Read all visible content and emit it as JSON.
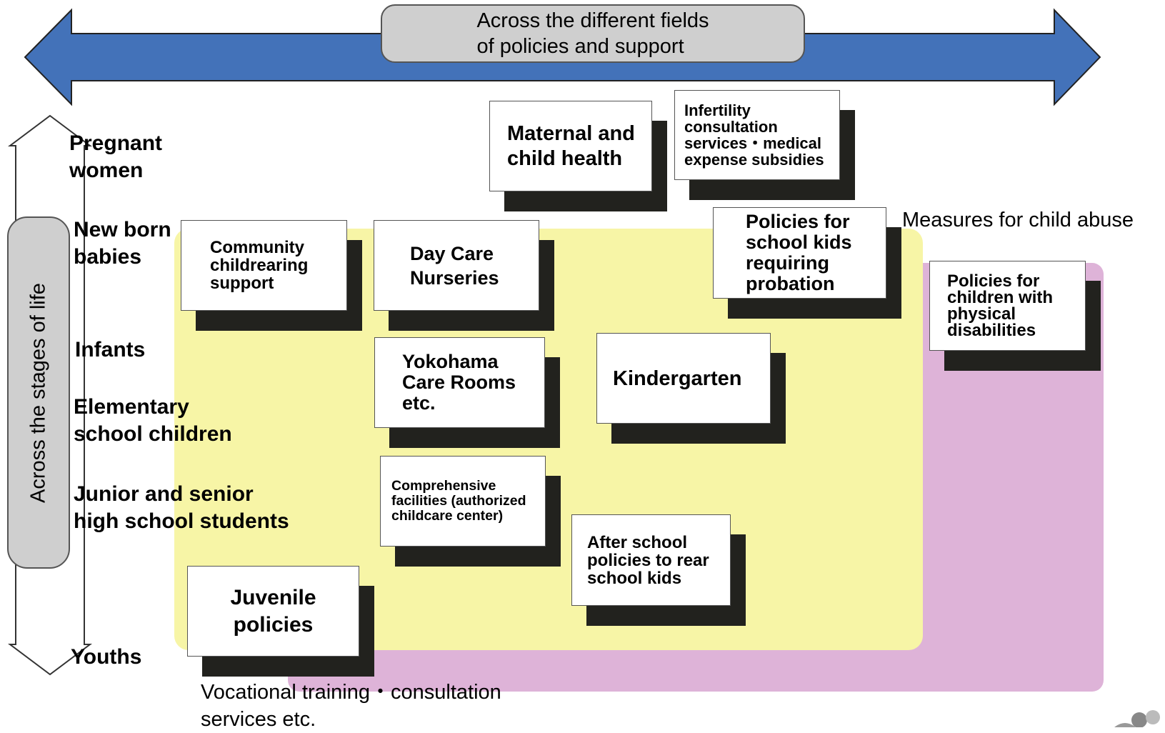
{
  "axes": {
    "horizontal_label": [
      "Across the different fields",
      "of policies and support"
    ],
    "vertical_label": "Across the stages of life",
    "horizontal_color": "#4372b9",
    "label_fill_color": "#cfcfcf"
  },
  "stages": {
    "pregnant": [
      "Pregnant",
      "women"
    ],
    "newborn": [
      "New born",
      "babies"
    ],
    "infants": [
      "Infants"
    ],
    "elementary": [
      "Elementary",
      "school children"
    ],
    "junior_senior": [
      "Junior and senior",
      "high school students"
    ],
    "youths": [
      "Youths"
    ]
  },
  "zones": {
    "yellow_color": "#f7f5a6",
    "pink_color": "#deb3d8",
    "child_abuse_label": "Measures for child abuse",
    "vocational_label": [
      "Vocational training・consultation",
      "services etc."
    ]
  },
  "boxes": {
    "maternal": [
      "Maternal and",
      "child health"
    ],
    "infertility": [
      "Infertility",
      "consultation",
      "services・medical",
      "expense subsidies"
    ],
    "probation": [
      "Policies for",
      "school kids",
      "requiring",
      "probation"
    ],
    "disabilities": [
      "Policies for",
      "children with",
      "physical",
      "disabilities"
    ],
    "community": [
      "Community",
      "childrearing",
      "support"
    ],
    "daycare": [
      "Day Care",
      "Nurseries"
    ],
    "yokohama": [
      "Yokohama",
      "Care Rooms",
      "etc."
    ],
    "kindergarten": [
      "Kindergarten"
    ],
    "comprehensive": [
      "Comprehensive",
      "facilities (authorized",
      "childcare center)"
    ],
    "afterschool": [
      "After school",
      "policies to rear",
      "school kids"
    ],
    "juvenile": [
      "Juvenile",
      "policies"
    ]
  }
}
